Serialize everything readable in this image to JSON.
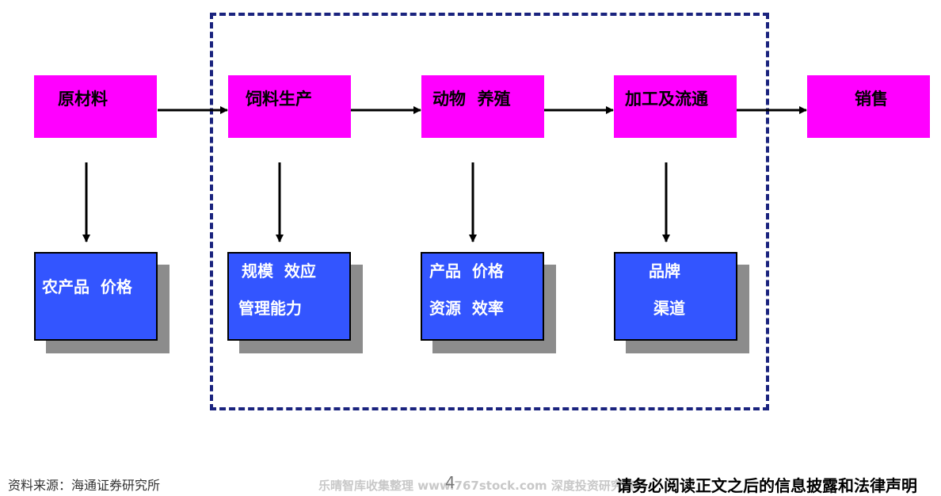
{
  "stages": [
    {
      "label": "原材料"
    },
    {
      "label": "饲料生产"
    },
    {
      "label": "动物  养殖"
    },
    {
      "label": "加工及流通"
    },
    {
      "label": "销售"
    }
  ],
  "factors": [
    {
      "lines": [
        "农产品  价格"
      ]
    },
    {
      "lines": [
        "规模  效应",
        "管理能力"
      ]
    },
    {
      "lines": [
        "产品  价格",
        "资源  效率"
      ]
    },
    {
      "lines": [
        "品牌",
        "渠道"
      ]
    }
  ],
  "footer": {
    "source": "资料来源：海通证券研究所",
    "watermark": "乐晴智库收集整理 www.767stock.com 深度投资研究资料",
    "page_number": "4",
    "disclaimer": "请务必阅读正文之后的信息披露和法律声明"
  },
  "colors": {
    "stage_fill": "#ff00ff",
    "factor_fill": "#3355ff",
    "shadow": "#8c8c8c",
    "dashed_border": "#1a237e"
  }
}
